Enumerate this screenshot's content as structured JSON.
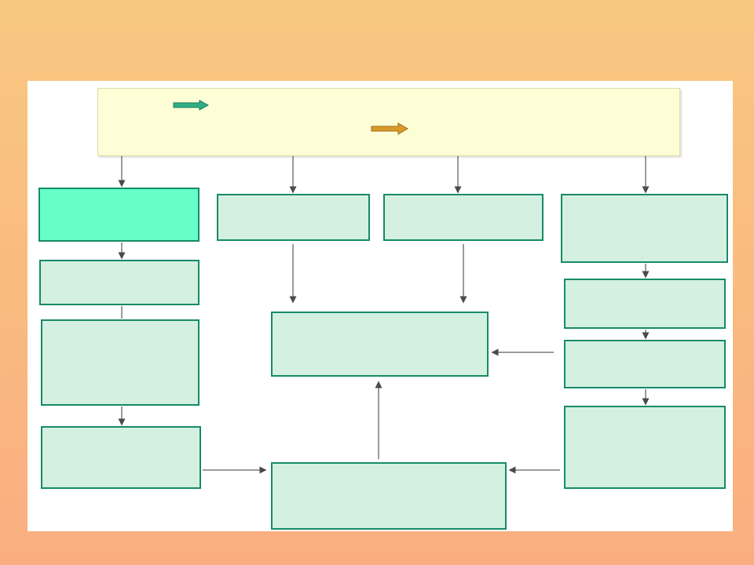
{
  "colors": {
    "header_fill": "#fefed6",
    "header_border": "#dcdca8",
    "box_fill": "#d3f0e1",
    "box_border": "#178a68",
    "box_highlight_fill": "#66ffc8",
    "connector": "#7a7a7a",
    "arrow_green": "#2fae86",
    "arrow_orange": "#d99a2c"
  },
  "legend": [
    {
      "icon": "green-arrow-icon",
      "label": ""
    },
    {
      "icon": "orange-arrow-icon",
      "label": ""
    }
  ],
  "nodes": [
    {
      "id": "header",
      "text": ""
    },
    {
      "id": "col1-box1",
      "text": "",
      "highlight": true
    },
    {
      "id": "col1-box2",
      "text": ""
    },
    {
      "id": "col1-box3",
      "text": ""
    },
    {
      "id": "col1-box4",
      "text": ""
    },
    {
      "id": "col2-top",
      "text": ""
    },
    {
      "id": "col3-top",
      "text": ""
    },
    {
      "id": "center-box",
      "text": ""
    },
    {
      "id": "bottom-center-box",
      "text": ""
    },
    {
      "id": "col4-box1",
      "text": ""
    },
    {
      "id": "col4-box2",
      "text": ""
    },
    {
      "id": "col4-box3",
      "text": ""
    },
    {
      "id": "col4-box4",
      "text": ""
    }
  ]
}
